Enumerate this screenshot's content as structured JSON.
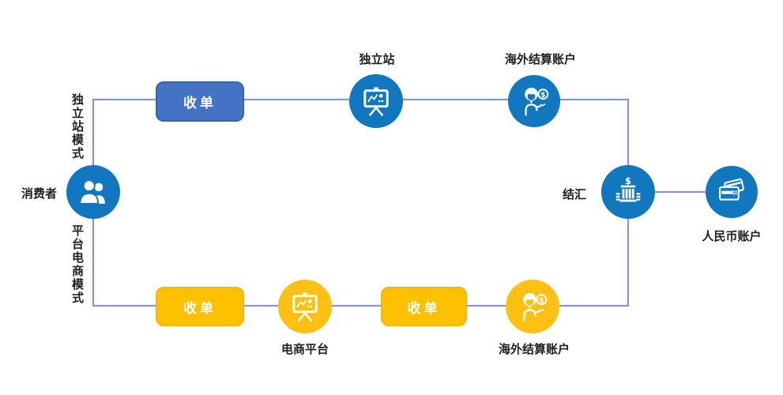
{
  "diagram": {
    "labels": {
      "consumer": "消费者",
      "mode_independent": "独立站模式",
      "mode_platform": "平台电商模式",
      "acquire_top": "收单",
      "site_top": "独立站",
      "overseas_top": "海外结算账户",
      "settle": "结汇",
      "rmb_account": "人民币账户",
      "acquire_bottom_1": "收单",
      "platform": "电商平台",
      "acquire_bottom_2": "收单",
      "overseas_bottom": "海外结算账户"
    },
    "glyphs": {
      "currency_symbol": "$"
    },
    "colors": {
      "node_blue": "#1177be",
      "node_yellow": "#fec013",
      "button_blue": "#4472c4",
      "button_yellow": "#ffc000",
      "connector_line": "#7d92d8",
      "label_text": "#1f1f1f",
      "icon_white": "#ffffff"
    },
    "icons": {
      "consumer": "two-people-icon",
      "site_top": "presentation-chart-icon",
      "overseas_top": "agent-dollar-coin-icon",
      "bank": "bank-dollar-icon",
      "rmb_account": "credit-cards-icon",
      "platform": "presentation-chart-icon",
      "overseas_bottom": "agent-dollar-coin-icon"
    }
  }
}
